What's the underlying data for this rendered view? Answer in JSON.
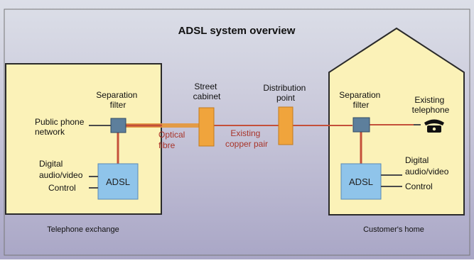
{
  "title": "ADSL system overview",
  "exchange": {
    "caption": "Telephone exchange",
    "network_line1": "Public phone",
    "network_line2": "network",
    "filter_line1": "Separation",
    "filter_line2": "filter",
    "adsl_label": "ADSL",
    "av_line1": "Digital",
    "av_line2": "audio/video",
    "control_label": "Control"
  },
  "link": {
    "optical_line1": "Optical",
    "optical_line2": "fibre",
    "cabinet_line1": "Street",
    "cabinet_line2": "cabinet",
    "copper_line1": "Existing",
    "copper_line2": "copper pair",
    "dp_line1": "Distribution",
    "dp_line2": "point"
  },
  "home": {
    "caption": "Customer's home",
    "filter_line1": "Separation",
    "filter_line2": "filter",
    "phone_line1": "Existing",
    "phone_line2": "telephone",
    "phone_icon": "telephone-icon",
    "adsl_label": "ADSL",
    "av_line1": "Digital",
    "av_line2": "audio/video",
    "control_label": "Control"
  },
  "colors": {
    "panel": "#fbf2b8",
    "filter": "#5d7f9c",
    "adsl_box": "#8fc4ea",
    "cabinet": "#f0a43c",
    "line_red": "#c4503a",
    "line_dark": "#4a4a4a",
    "text_red": "#a8342a"
  }
}
